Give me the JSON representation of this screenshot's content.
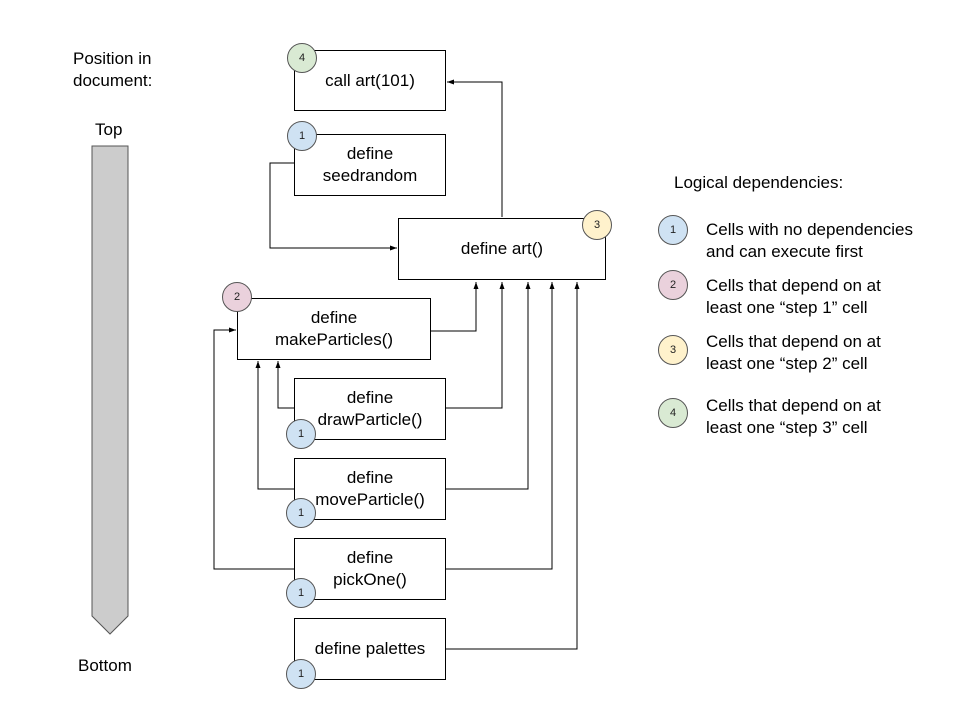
{
  "position_label": [
    "Position in",
    "document:"
  ],
  "top_label": "Top",
  "bottom_label": "Bottom",
  "cells": {
    "call_art": [
      "call art(101)"
    ],
    "seedrandom": [
      "define",
      "seedrandom"
    ],
    "art": [
      "define art()"
    ],
    "makeParticles": [
      "define",
      "makeParticles()"
    ],
    "drawParticle": [
      "define",
      "drawParticle()"
    ],
    "moveParticle": [
      "define",
      "moveParticle()"
    ],
    "pickOne": [
      "define",
      "pickOne()"
    ],
    "palettes": [
      "define palettes"
    ]
  },
  "badges": {
    "call_art": "4",
    "seedrandom": "1",
    "art": "3",
    "makeParticles": "2",
    "drawParticle": "1",
    "moveParticle": "1",
    "pickOne": "1",
    "palettes": "1"
  },
  "legend": {
    "title": "Logical dependencies:",
    "items": [
      {
        "num": "1",
        "lines": [
          "Cells with no dependencies",
          "and can execute first"
        ]
      },
      {
        "num": "2",
        "lines": [
          "Cells that depend on at",
          "least one “step 1” cell"
        ]
      },
      {
        "num": "3",
        "lines": [
          "Cells that depend on at",
          "least one “step 2” cell"
        ]
      },
      {
        "num": "4",
        "lines": [
          "Cells that depend on at",
          "least one “step 3” cell"
        ]
      }
    ]
  },
  "colors": {
    "step1": "#cfe2f3",
    "step2": "#ead1dc",
    "step3": "#fff2cc",
    "step4": "#d9ead3",
    "arrow_bar": "#cccccc"
  }
}
